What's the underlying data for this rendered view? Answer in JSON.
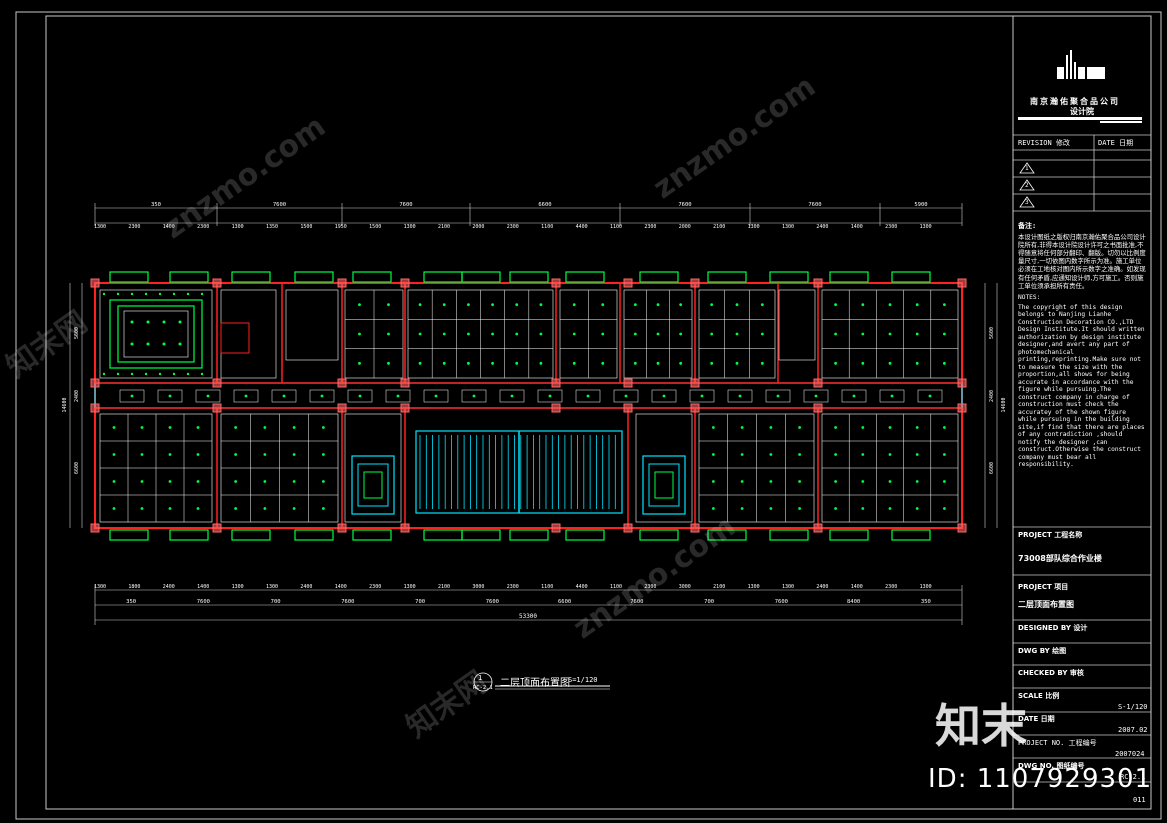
{
  "title_block": {
    "company": "南京瀚佑聚合品公司",
    "institute": "设计院",
    "revision_label": "REVISION 修改",
    "date_label": "DATE 日期",
    "revision_marks": [
      "1",
      "2",
      "3"
    ],
    "notes_cn_heading": "备注:",
    "notes_cn": "本设计图纸之版权归南京瀚佑聚合品公司设计院所有,非得本设计院设计许可之书面批准,不得随意将任何部分翻印、翻版。切勿以比例度量尺寸,一切依图内数字所示为准。施工单位必须在工地核对图内所示数字之准确。如发现有任何矛盾,应通知设计师,方可施工。否则施工单位须承担所有责任。",
    "notes_en_heading": "NOTES:",
    "notes_en": "The copyright of this design belongs to Nanjing Lianhe Construction Decoration CO.,LTD Design Institute.It should written authorization by design institute designer,and avert any part of photomechanical printing,reprinting.Make sure not to measure the size with the proportion,all shows for being accurate in accordance with the figure while pursuing.The construct company in charge of construction must check the accuratey of the shown figure while pursuing in the building site,if find that there are places of any contradiction ,should notify the designer ,can construct.Otherwise the construct company must bear all responsibility.",
    "project_label": "PROJECT 工程名称",
    "project_name": "73008部队综合作业楼",
    "item_label": "PROJECT 项目",
    "item_name": "二层顶面布置图",
    "designed_label": "DESIGNED BY 设计",
    "drawn_label": "DWG BY 绘图",
    "checked_label": "CHECKED BY 审核",
    "scale_label": "SCALE 比例",
    "scale_value": "S-1/120",
    "date_label2": "DATE 日期",
    "date_value": "2007.02",
    "project_no_label": "PROJECT NO. 工程编号",
    "project_no": "2007024",
    "dwg_no_label": "DWG NO. 图纸编号",
    "dwg_no": "RC-2.1",
    "dwg_no_extra": "011"
  },
  "plan": {
    "title": "二层顶面布置图",
    "scale": "S=1/120",
    "callout_num": "1",
    "callout_ref": "RC-2.1",
    "top_dims_major": [
      "350",
      "7600",
      "7600",
      "6600",
      "7600",
      "7600",
      "5900"
    ],
    "top_dims_minor": [
      "1300",
      "2300",
      "1400",
      "2300",
      "1300",
      "1350",
      "1500",
      "1950",
      "1500",
      "1300",
      "2100",
      "2000",
      "2300",
      "1100",
      "4400",
      "1100",
      "2300",
      "2000",
      "2100",
      "1300",
      "1300",
      "2400",
      "1400",
      "2300",
      "1300"
    ],
    "bottom_dims_minor": [
      "1300",
      "1800",
      "2400",
      "1400",
      "1300",
      "1300",
      "2400",
      "1400",
      "2300",
      "1300",
      "2100",
      "3000",
      "2300",
      "1100",
      "4400",
      "1100",
      "2300",
      "3000",
      "2100",
      "1300",
      "1300",
      "2400",
      "1400",
      "2300",
      "1300"
    ],
    "bottom_dims_major": [
      "350",
      "7600",
      "700",
      "7600",
      "700",
      "7600",
      "6600",
      "7600",
      "700",
      "7600",
      "8400",
      "350"
    ],
    "total_dim": "53300",
    "left_dims": [
      "5600",
      "14600",
      "2400",
      "6600"
    ],
    "right_dims": [
      "5600",
      "14600",
      "2400",
      "6600"
    ]
  },
  "watermarks": [
    "znzmo.com",
    "知末网",
    "znzmo.com",
    "知末网",
    "znzmo.com"
  ],
  "brand": "知末",
  "id_tag": "ID: 1107929301",
  "colors": {
    "wall": "#ff2020",
    "fixture": "#00ff44",
    "ceiling": "#ffffff",
    "corridor": "#00e5ff",
    "column": "#ff6666",
    "frame": "#d0d0d0"
  }
}
